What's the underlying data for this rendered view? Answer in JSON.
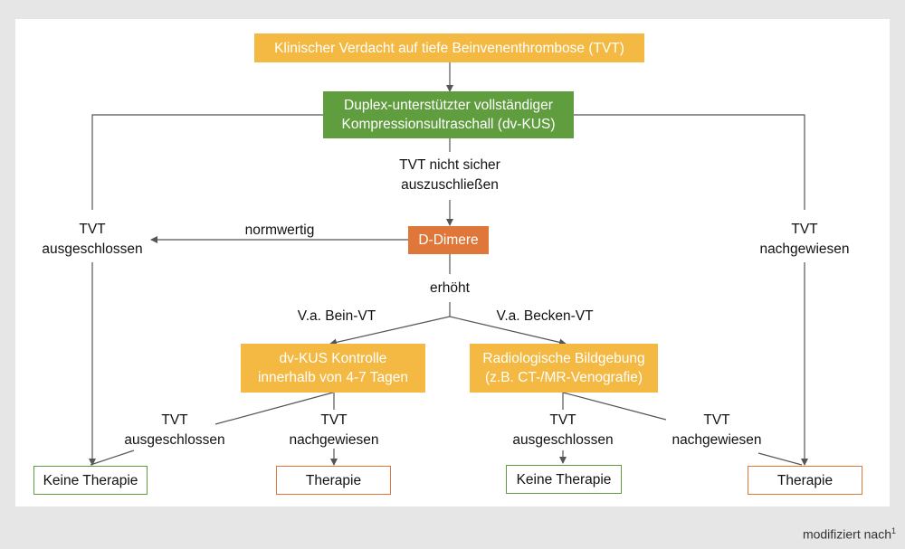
{
  "nodes": {
    "verdacht": "Klinischer Verdacht auf tiefe Beinvenenthrombose (TVT)",
    "kus_line1": "Duplex-unterstützter vollständiger",
    "kus_line2": "Kompressionsultraschall (dv-KUS)",
    "ddimere": "D-Dimere",
    "kontrolle_line1": "dv-KUS Kontrolle",
    "kontrolle_line2": "innerhalb von 4-7 Tagen",
    "radiologie_line1": "Radiologische Bildgebung",
    "radiologie_line2": "(z.B. CT-/MR-Venografie)",
    "keine_therapie_1": "Keine Therapie",
    "therapie_1": "Therapie",
    "keine_therapie_2": "Keine Therapie",
    "therapie_2": "Therapie"
  },
  "labels": {
    "tvt": "TVT",
    "ausgeschlossen": "ausgeschlossen",
    "nachgewiesen": "nachgewiesen",
    "nicht_sicher_line1": "TVT nicht sicher",
    "nicht_sicher_line2": "auszuschließen",
    "normwertig": "normwertig",
    "erhoeht": "erhöht",
    "bein_vt": "V.a. Bein-VT",
    "becken_vt": "V.a. Becken-VT"
  },
  "source": {
    "text": "modifiziert nach",
    "ref": "1"
  },
  "colors": {
    "yellow": "#f4b942",
    "green": "#5f9d3e",
    "orange": "#e0773a",
    "line": "#555555",
    "background": "#e6e6e6"
  }
}
